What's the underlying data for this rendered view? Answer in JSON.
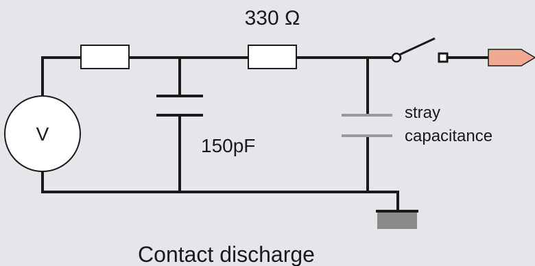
{
  "labels": {
    "resistor_value": "330 Ω",
    "capacitor_value": "150pF",
    "stray_line1": "stray",
    "stray_line2": "capacitance",
    "source_symbol": "V",
    "caption": "Contact discharge"
  },
  "colors": {
    "background": "#e6e6ea",
    "wire": "#1a1a1a",
    "component_fill": "#ffffff",
    "stray_plate": "#9a9a9a",
    "ground_fill": "#8a8a8a",
    "probe_tip": "#f0a890"
  },
  "icons": {
    "source": "voltage-source-icon",
    "switch": "switch-icon",
    "ground": "ground-icon",
    "probe": "probe-tip-icon"
  }
}
